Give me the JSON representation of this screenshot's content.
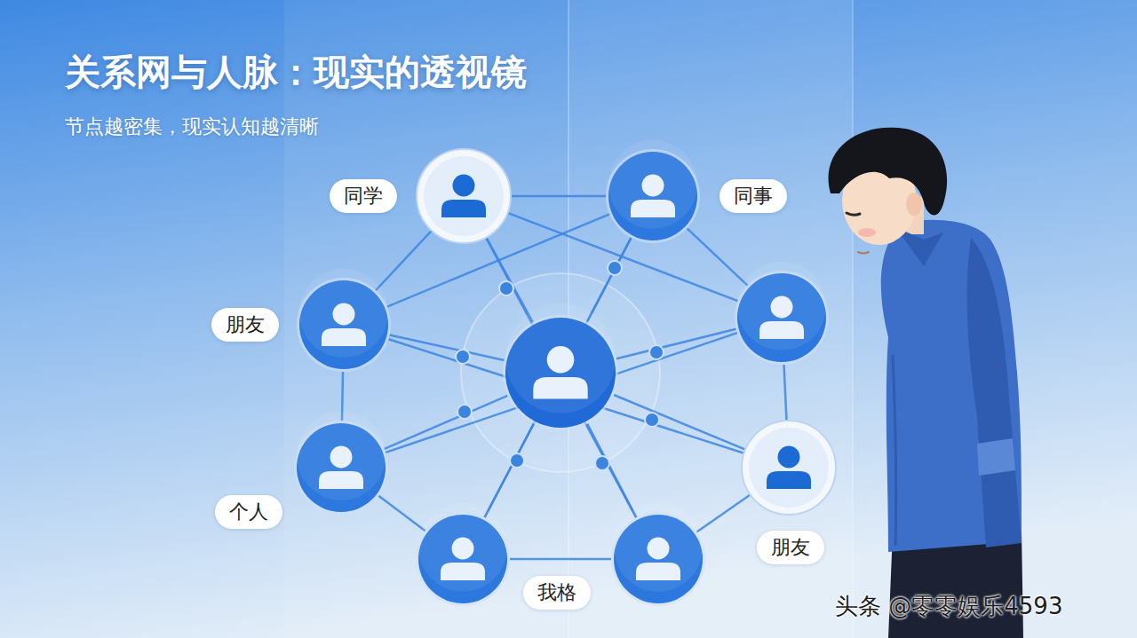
{
  "diagram": {
    "title": "关系网与人脉：现实的透视镜",
    "caption": "节点越密集，现实认知越清晰",
    "nodes": [
      {
        "text": [
          "同学"
        ]
      },
      {
        "text": [
          "同事"
        ]
      },
      {
        "text": [
          "朋友"
        ]
      },
      {
        "text": []
      },
      {
        "text": []
      },
      {
        "text": [
          "个人"
        ]
      },
      {
        "text": [
          "朋友"
        ]
      },
      {
        "text": []
      },
      {
        "text": []
      }
    ],
    "edges": [
      {
        "from": 0,
        "to": 1,
        "arrow": "none"
      },
      {
        "from": 0,
        "to": 2,
        "arrow": "none"
      },
      {
        "from": 1,
        "to": 3,
        "arrow": "none"
      },
      {
        "from": 2,
        "to": 5,
        "arrow": "none"
      },
      {
        "from": 3,
        "to": 6,
        "arrow": "none"
      },
      {
        "from": 5,
        "to": 7,
        "arrow": "none"
      },
      {
        "from": 6,
        "to": 8,
        "arrow": "none"
      },
      {
        "from": 7,
        "to": 8,
        "arrow": "none"
      },
      {
        "from": 4,
        "to": 0,
        "arrow": "none"
      },
      {
        "from": 4,
        "to": 1,
        "arrow": "none"
      },
      {
        "from": 4,
        "to": 2,
        "arrow": "none"
      },
      {
        "from": 4,
        "to": 3,
        "arrow": "none"
      },
      {
        "from": 4,
        "to": 5,
        "arrow": "none"
      },
      {
        "from": 4,
        "to": 6,
        "arrow": "none"
      },
      {
        "from": 4,
        "to": 7,
        "arrow": "none"
      },
      {
        "from": 4,
        "to": 8,
        "arrow": "none"
      },
      {
        "from": 0,
        "to": 3,
        "arrow": "none"
      },
      {
        "from": 1,
        "to": 2,
        "arrow": "none"
      },
      {
        "from": 2,
        "to": 6,
        "arrow": "none"
      },
      {
        "from": 3,
        "to": 5,
        "arrow": "none"
      },
      {
        "from": 0,
        "to": 8,
        "arrow": "none"
      },
      {
        "from": 1,
        "to": 7,
        "arrow": "none"
      }
    ],
    "labels": [
      "我格",
      "头条 @零零娱乐4593"
    ]
  }
}
